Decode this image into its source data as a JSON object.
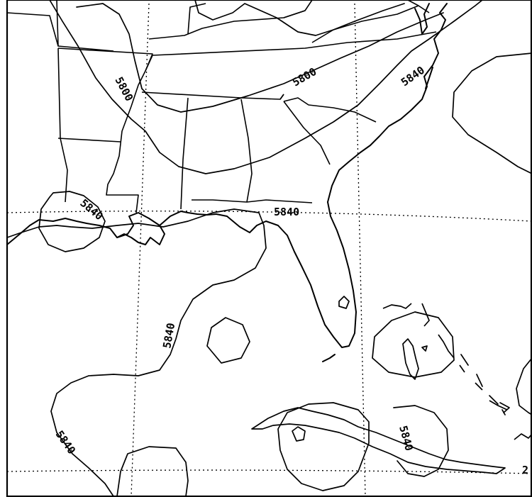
{
  "map": {
    "contour_labels": [
      {
        "id": "north-1",
        "text": "5800"
      },
      {
        "id": "north-2",
        "text": "5800"
      },
      {
        "id": "carolina",
        "text": "5840"
      },
      {
        "id": "louisiana",
        "text": "5840"
      },
      {
        "id": "georgia",
        "text": "5840"
      },
      {
        "id": "gulf",
        "text": "5840"
      },
      {
        "id": "southwest",
        "text": "5840"
      },
      {
        "id": "cuba",
        "text": "5840"
      }
    ],
    "edge_mark": "2"
  }
}
